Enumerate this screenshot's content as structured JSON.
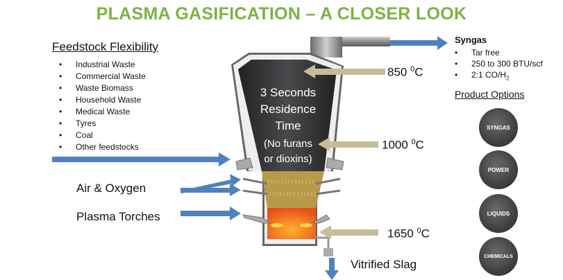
{
  "title": "PLASMA GASIFICATION – A CLOSER LOOK",
  "feedstock": {
    "title": "Feedstock Flexibility",
    "items": [
      "Industrial Waste",
      "Commercial Waste",
      "Waste Biomass",
      "Household Waste",
      "Medical Waste",
      "Tyres",
      "Coal",
      "Other feedstocks"
    ]
  },
  "syngas": {
    "title": "Syngas",
    "items": [
      "Tar free",
      "250 to 300 BTU/scf",
      "2:1 CO/H"
    ],
    "subscript": "2"
  },
  "product_options": {
    "title": "Product Options",
    "items": [
      "SYNGAS",
      "POWER",
      "LIQUIDS",
      "CHEMICALS"
    ]
  },
  "reactor": {
    "line1": "3 Seconds",
    "line2": "Residence",
    "line3": "Time",
    "line4": "(No furans",
    "line5": "or dioxins)"
  },
  "temps": {
    "t1": "850 ",
    "t2": "1000 ",
    "t3": "1650 ",
    "deg": "0",
    "unit": "C"
  },
  "labels": {
    "air": "Air & Oxygen",
    "torches": "Plasma Torches",
    "slag": "Vitrified Slag"
  },
  "colors": {
    "title": "#7cb342",
    "arrow_blue": "#4f81bd",
    "arrow_tan": "#c4bd97"
  }
}
